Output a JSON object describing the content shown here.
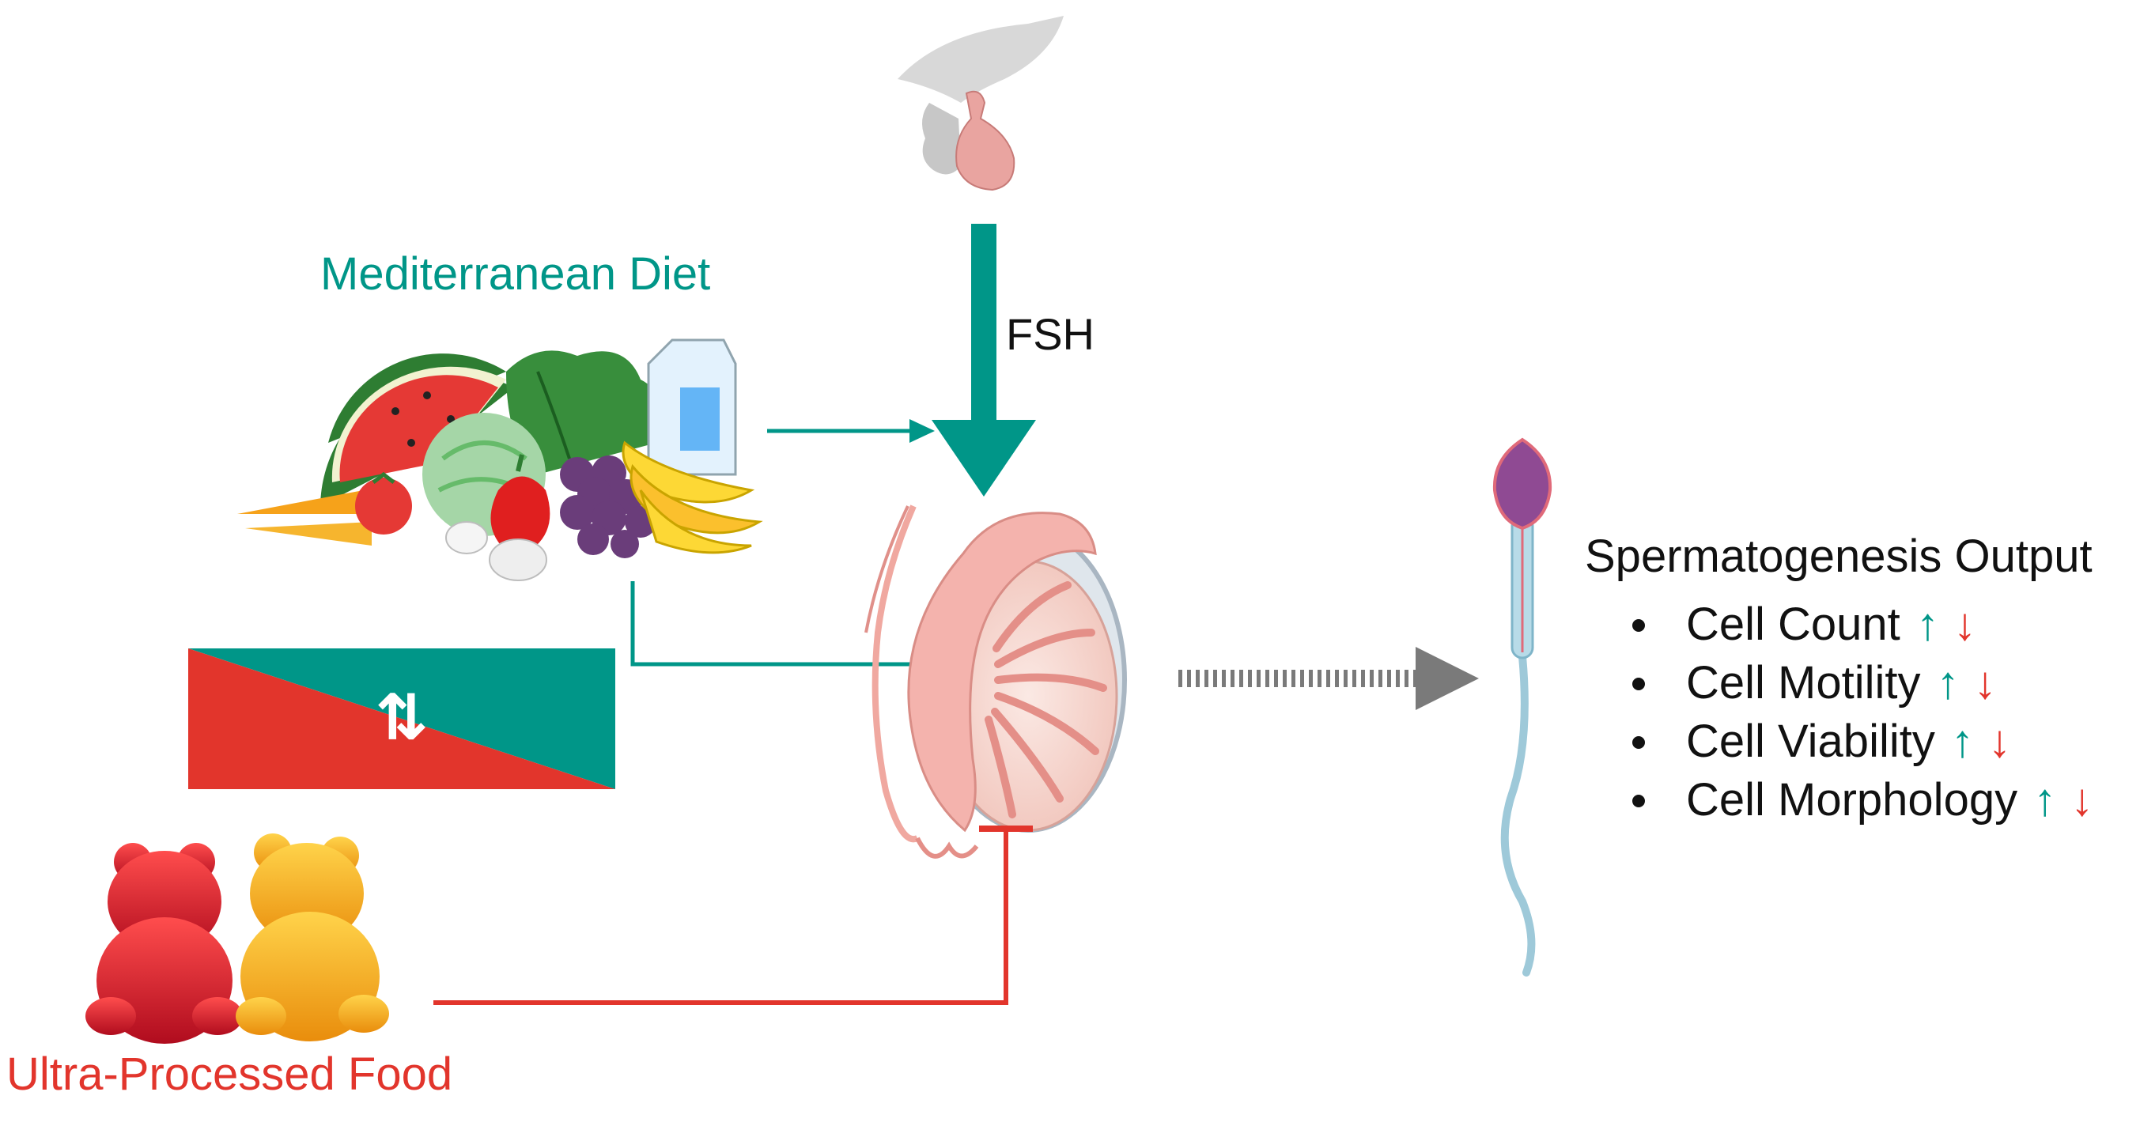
{
  "colors": {
    "teal": "#009688",
    "red": "#e2352c",
    "grey": "#777777"
  },
  "mediterranean": {
    "label": "Mediterranean Diet"
  },
  "ultra_processed": {
    "label": "Ultra-Processed Food"
  },
  "hormone": {
    "label": "FSH"
  },
  "balance_symbol": "⇅",
  "output": {
    "title": "Spermatogenesis Output",
    "items": [
      {
        "label": "Cell Count",
        "up": "↑",
        "down": "↓"
      },
      {
        "label": "Cell Motility",
        "up": "↑",
        "down": "↓"
      },
      {
        "label": "Cell Viability",
        "up": "↑",
        "down": "↓"
      },
      {
        "label": "Cell Morphology",
        "up": "↑",
        "down": "↓"
      }
    ]
  },
  "icons": {
    "pituitary": "pituitary-gland-icon",
    "food": "fruits-vegetables-icon",
    "candy": "gummy-bears-icon",
    "testis": "testis-icon",
    "sperm": "sperm-cell-icon"
  }
}
